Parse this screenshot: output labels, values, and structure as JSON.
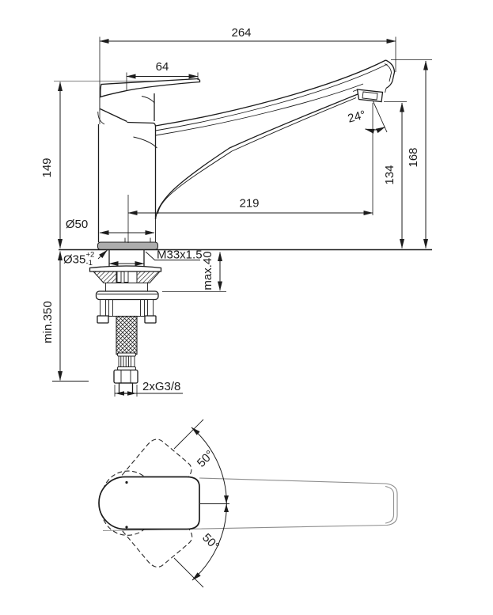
{
  "drawing": {
    "side_view": {
      "overall_width": "264",
      "lever_length": "64",
      "body_height": "149",
      "spout_tip_height": "168",
      "aerator_height": "134",
      "spout_reach": "219",
      "aerator_angle": "24°",
      "base_diameter": "Ø50",
      "mounting_hole": {
        "value": "Ø35",
        "tol_plus": "+2",
        "tol_minus": "-1"
      },
      "thread": "M33x1.5",
      "deck_thickness_max": "max.40",
      "hose_length_min": "min.350",
      "supply_connection": "2xG3/8"
    },
    "bottom_view": {
      "swivel_upper": "50°",
      "swivel_lower": "50°"
    },
    "colors": {
      "line": "#1c1c1c",
      "auxiliary_gray": "#9a9a9a",
      "escutcheon_fill": "#adadad"
    }
  }
}
